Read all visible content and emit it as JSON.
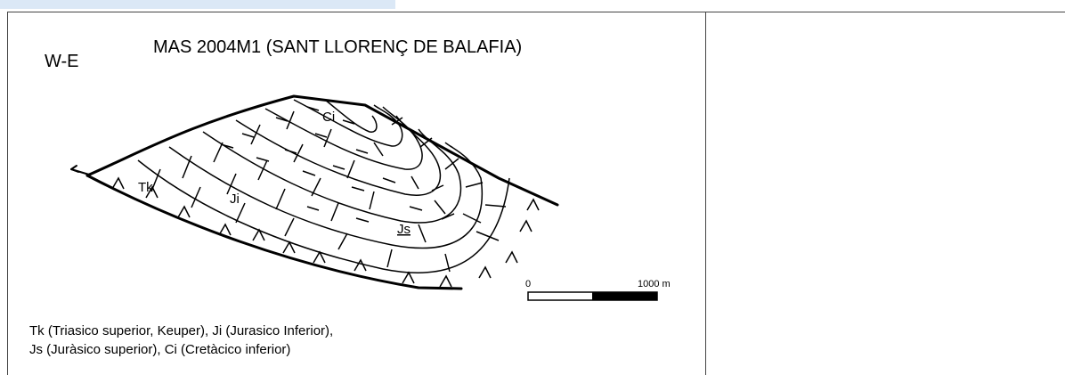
{
  "orientation": "W-E",
  "title": "MAS 2004M1 (SANT LLORENÇ DE BALAFIA)",
  "units": {
    "tk": "Tk",
    "ji": "Ji",
    "js": "Js",
    "ci": "Ci"
  },
  "scale_bar": {
    "start_label": "0",
    "end_label": "1000 m"
  },
  "legend": {
    "line1": "Tk (Triasico superior, Keuper), Ji (Jurasico Inferior),",
    "line2": "Js (Juràsico superior), Ci (Cretàcico inferior)"
  }
}
